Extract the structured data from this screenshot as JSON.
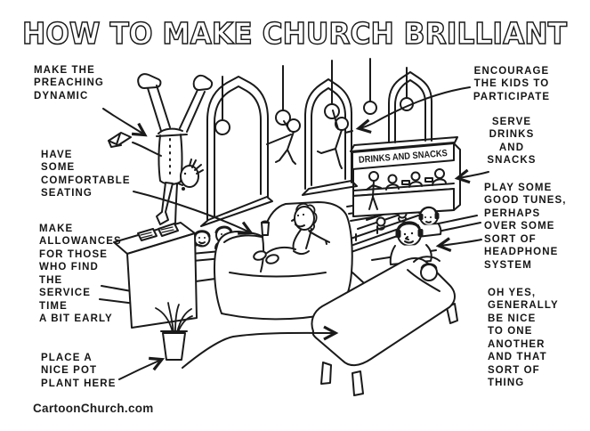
{
  "title": "HOW TO MAKE CHURCH BRILLIANT",
  "watermark": "CartoonChurch.com",
  "ink_color": "#1a1a1a",
  "scene": {
    "booth_sign": "DRINKS AND SNACKS"
  },
  "annotations": {
    "preaching": "MAKE THE\nPREACHING\nDYNAMIC",
    "seating": "HAVE\nSOME\nCOMFORTABLE\nSEATING",
    "service_time": "MAKE\nALLOWANCES\nFOR THOSE\nWHO FIND\nTHE\nSERVICE\nTIME\nA BIT EARLY",
    "pot_plant": "PLACE A\nNICE POT\nPLANT HERE",
    "kids": "ENCOURAGE\nTHE KIDS TO\nPARTICIPATE",
    "drinks": "SERVE\nDRINKS\nAND\nSNACKS",
    "tunes": "PLAY SOME\nGOOD TUNES,\nPERHAPS\nOVER SOME\nSORT OF\nHEADPHONE\nSYSTEM",
    "be_nice": "OH YES,\nGENERALLY\nBE NICE\nTO ONE\nANOTHER\nAND THAT\nSORT OF\nTHING"
  }
}
